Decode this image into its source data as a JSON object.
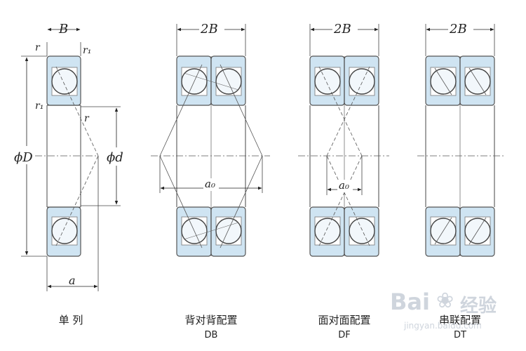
{
  "colors": {
    "ring_fill": "#cfe4f2",
    "ring_stroke": "#555555",
    "ball_fill": "#f2f7fb",
    "line": "#444444",
    "watermark": "#cfd5dd"
  },
  "labels": {
    "single": {
      "width": "B",
      "outer_dia": "ϕD",
      "bore": "ϕd",
      "chamfer": "r",
      "chamfer1": "r₁",
      "chamfer_b": "r₁",
      "chamfer_c": "r",
      "offset": "a"
    },
    "db": {
      "width": "2B",
      "offset": "a₀"
    },
    "df": {
      "width": "2B",
      "offset": "a₀"
    },
    "dt": {
      "width": "2B"
    }
  },
  "captions": {
    "single": "单 列",
    "db": "背对背配置",
    "db_code": "DB",
    "df": "面对面配置",
    "df_code": "DF",
    "dt": "串联配置",
    "dt_code": "DT"
  },
  "watermark": {
    "main": "Bai",
    "paw": "❀",
    "tail": "经验",
    "url": "jingyan.baidu.com"
  }
}
